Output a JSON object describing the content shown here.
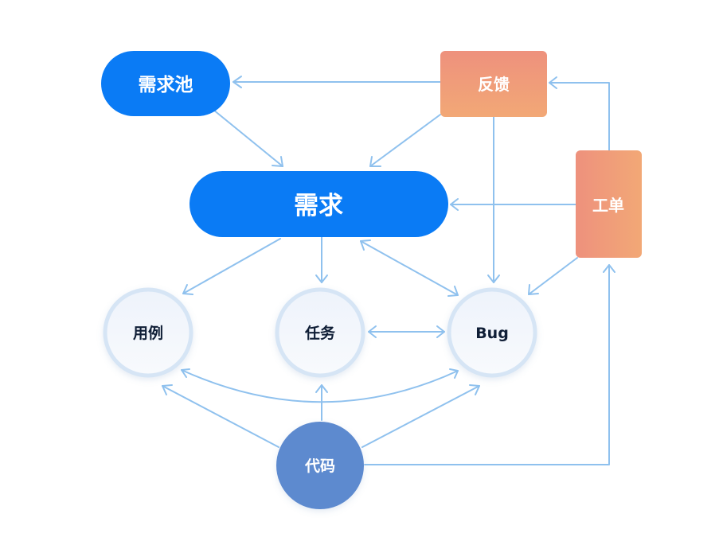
{
  "diagram": {
    "title": "",
    "colors": {
      "primary_blue": "#0a7bf5",
      "edge": "#8fc1ee",
      "feedback_top": "#ee917d",
      "feedback_bottom": "#f2a876",
      "ticket_left": "#ee917d",
      "ticket_right": "#f2a876",
      "circle_fill_top": "#eef3fb",
      "circle_fill_bottom": "#f8fafd",
      "circle_ring": "#d6e5f5",
      "circle_text": "#0f1e36",
      "code_fill": "#5d8acf",
      "white_text": "#ffffff"
    },
    "nodes": [
      {
        "id": "pool",
        "label": "需求池",
        "shape": "pill",
        "style": "blue"
      },
      {
        "id": "feedback",
        "label": "反馈",
        "shape": "rect",
        "style": "orange-vertical"
      },
      {
        "id": "requirement",
        "label": "需求",
        "shape": "pill",
        "style": "blue"
      },
      {
        "id": "ticket",
        "label": "工单",
        "shape": "rect",
        "style": "orange-horizontal"
      },
      {
        "id": "usecase",
        "label": "用例",
        "shape": "circle",
        "style": "light"
      },
      {
        "id": "task",
        "label": "任务",
        "shape": "circle",
        "style": "light"
      },
      {
        "id": "bug",
        "label": "Bug",
        "shape": "circle",
        "style": "light"
      },
      {
        "id": "code",
        "label": "代码",
        "shape": "circle",
        "style": "dark-blue"
      }
    ],
    "edges": [
      {
        "from": "feedback",
        "to": "pool",
        "direction": "forward"
      },
      {
        "from": "pool",
        "to": "requirement",
        "direction": "forward"
      },
      {
        "from": "feedback",
        "to": "requirement",
        "direction": "forward"
      },
      {
        "from": "feedback",
        "to": "bug",
        "direction": "forward"
      },
      {
        "from": "ticket",
        "to": "feedback",
        "direction": "forward"
      },
      {
        "from": "ticket",
        "to": "requirement",
        "direction": "forward"
      },
      {
        "from": "ticket",
        "to": "bug",
        "direction": "forward"
      },
      {
        "from": "requirement",
        "to": "usecase",
        "direction": "forward"
      },
      {
        "from": "requirement",
        "to": "task",
        "direction": "forward"
      },
      {
        "from": "requirement",
        "to": "bug",
        "direction": "both"
      },
      {
        "from": "task",
        "to": "bug",
        "direction": "both"
      },
      {
        "from": "usecase",
        "to": "bug",
        "direction": "both",
        "curved": true
      },
      {
        "from": "code",
        "to": "usecase",
        "direction": "forward"
      },
      {
        "from": "code",
        "to": "task",
        "direction": "forward"
      },
      {
        "from": "code",
        "to": "bug",
        "direction": "forward"
      },
      {
        "from": "code",
        "to": "ticket",
        "direction": "forward"
      }
    ]
  }
}
